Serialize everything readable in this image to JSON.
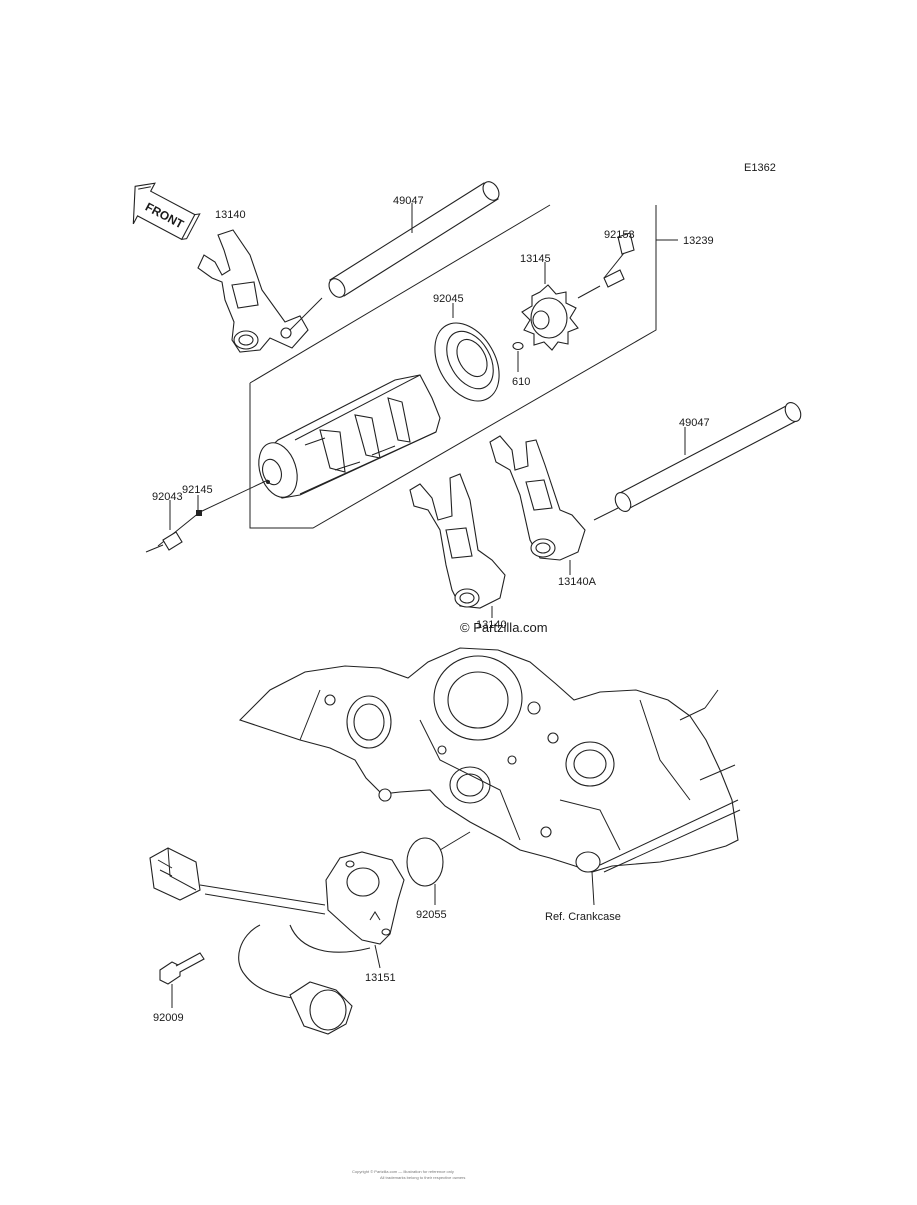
{
  "diagram": {
    "code": "E1362",
    "front_arrow": "FRONT",
    "watermark": "© Partzilla.com",
    "footer_lines": [
      "Copyright © Partzilla.com — Illustration for reference only",
      "All trademarks belong to their respective owners"
    ]
  },
  "labels": {
    "fork_upper": "13140",
    "shaft_upper": "49047",
    "pin_set": "92153",
    "holder": "13145",
    "assembly": "13239",
    "bearing": "92045",
    "dowel": "610",
    "shaft_lower": "49047",
    "plunger_spring": "92145",
    "plunger": "92043",
    "fork_right": "13140A",
    "fork_left": "13140",
    "oring": "92055",
    "crankcase": "Ref. Crankcase",
    "sensor": "13151",
    "bolt": "92009"
  }
}
